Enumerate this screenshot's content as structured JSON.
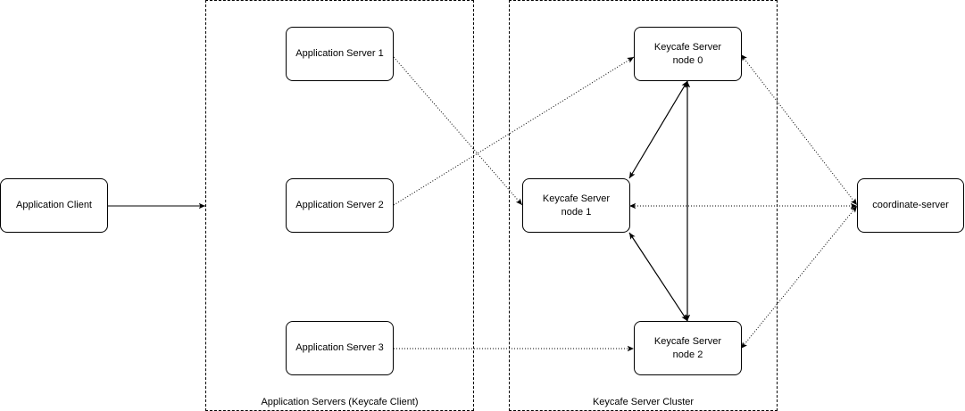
{
  "groups": {
    "app_servers": {
      "label": "Application Servers (Keycafe Client)"
    },
    "cluster": {
      "label": "Keycafe Server Cluster"
    }
  },
  "nodes": {
    "app_client": {
      "label": "Application Client"
    },
    "app_server_1": {
      "label": "Application Server 1"
    },
    "app_server_2": {
      "label": "Application Server 2"
    },
    "app_server_3": {
      "label": "Application Server 3"
    },
    "kc_node_0": {
      "line1": "Keycafe Server",
      "line2": "node 0"
    },
    "kc_node_1": {
      "line1": "Keycafe Server",
      "line2": "node 1"
    },
    "kc_node_2": {
      "line1": "Keycafe Server",
      "line2": "node 2"
    },
    "coordinate_server": {
      "label": "coordinate-server"
    }
  },
  "colors": {
    "stroke": "#000000",
    "background": "#ffffff"
  }
}
